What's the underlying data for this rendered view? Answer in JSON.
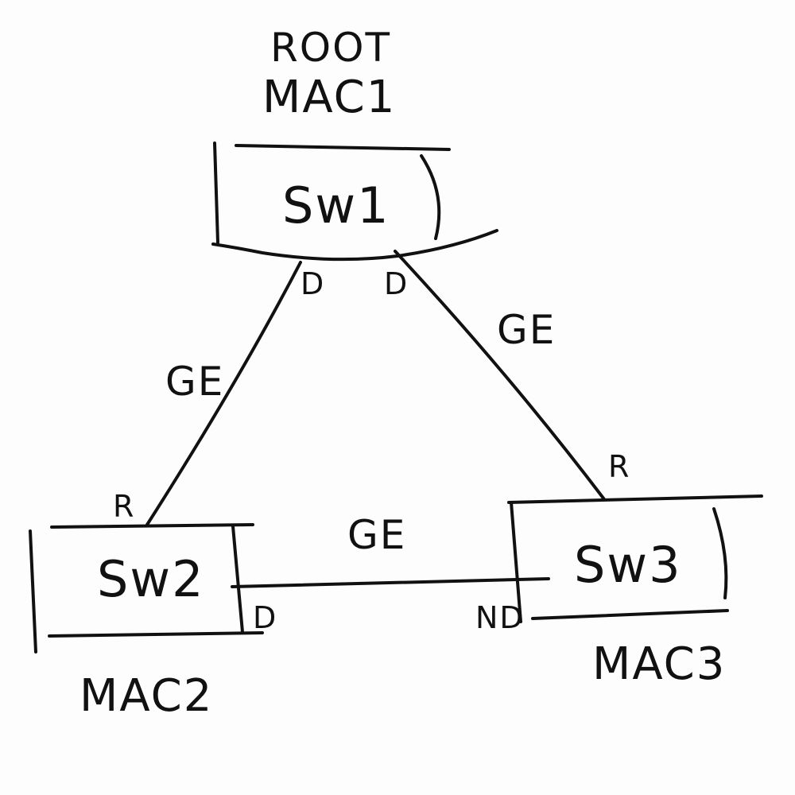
{
  "root": {
    "title": "ROOT",
    "mac": "MAC1"
  },
  "switches": [
    {
      "id": "sw1",
      "name": "Sw1",
      "mac": "MAC1"
    },
    {
      "id": "sw2",
      "name": "Sw2",
      "mac": "MAC2"
    },
    {
      "id": "sw3",
      "name": "Sw3",
      "mac": "MAC3"
    }
  ],
  "links": [
    {
      "from": "Sw1",
      "to": "Sw2",
      "type": "GE",
      "from_port": "D",
      "to_port": "R"
    },
    {
      "from": "Sw1",
      "to": "Sw3",
      "type": "GE",
      "from_port": "D",
      "to_port": "R"
    },
    {
      "from": "Sw2",
      "to": "Sw3",
      "type": "GE",
      "from_port": "D",
      "to_port": "ND"
    }
  ],
  "style": {
    "ink": "#111111",
    "paper": "#fdfdfd"
  }
}
